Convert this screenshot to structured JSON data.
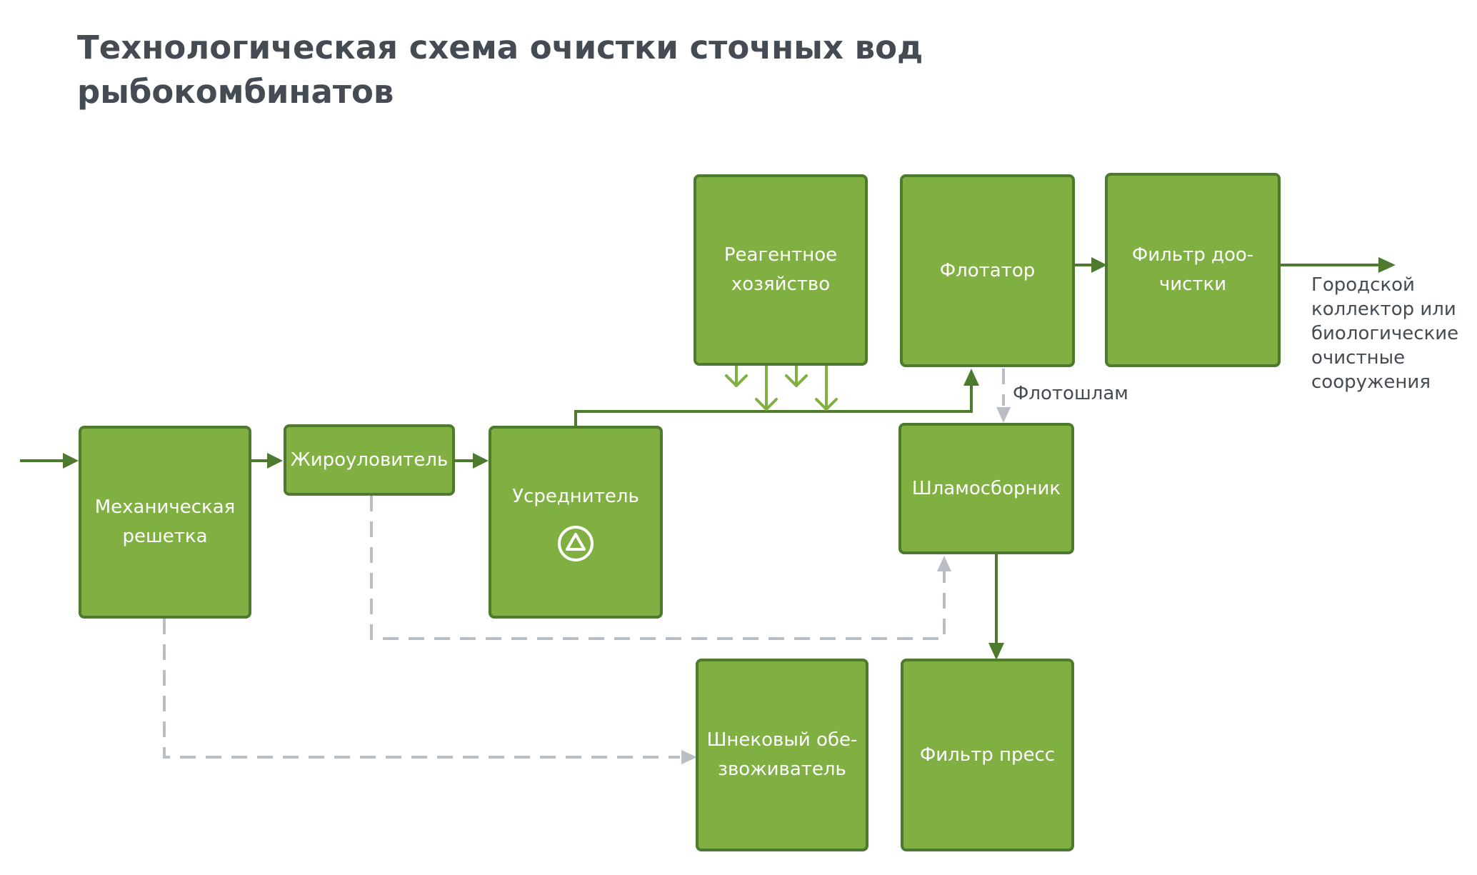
{
  "title": {
    "line1": "Технологическая схема очистки сточных вод",
    "line2": "рыбокомбинатов"
  },
  "colors": {
    "box_fill": "#80b041",
    "box_border": "#4e7a2f",
    "main_flow": "#4e7a2f",
    "reagent_arrows": "#80b041",
    "sludge_flow_dashed": "#b8bec4",
    "text": "#444b52"
  },
  "nodes": {
    "mech_grate": {
      "lines": [
        "Механическая",
        "решетка"
      ]
    },
    "grease_trap": {
      "lines": [
        "Жироуловитель"
      ]
    },
    "equalizer": {
      "lines": [
        "Усреднитель"
      ],
      "icon": "triangle-in-circle-icon"
    },
    "reagent": {
      "lines": [
        "Реагентное",
        "хозяйство"
      ]
    },
    "flotator": {
      "lines": [
        "Флотатор"
      ]
    },
    "post_filter": {
      "lines": [
        "Фильтр доо-",
        "чистки"
      ]
    },
    "sludge_collector": {
      "lines": [
        "Шламосборник"
      ]
    },
    "screw_dewaterer": {
      "lines": [
        "Шнековый обе-",
        "звоживатель"
      ]
    },
    "filter_press": {
      "lines": [
        "Фильтр пресс"
      ]
    }
  },
  "labels": {
    "flotosludge": "Флотошлам",
    "output": [
      "Городской",
      "коллектор или",
      "биологические",
      "очистные",
      "сооружения"
    ]
  }
}
